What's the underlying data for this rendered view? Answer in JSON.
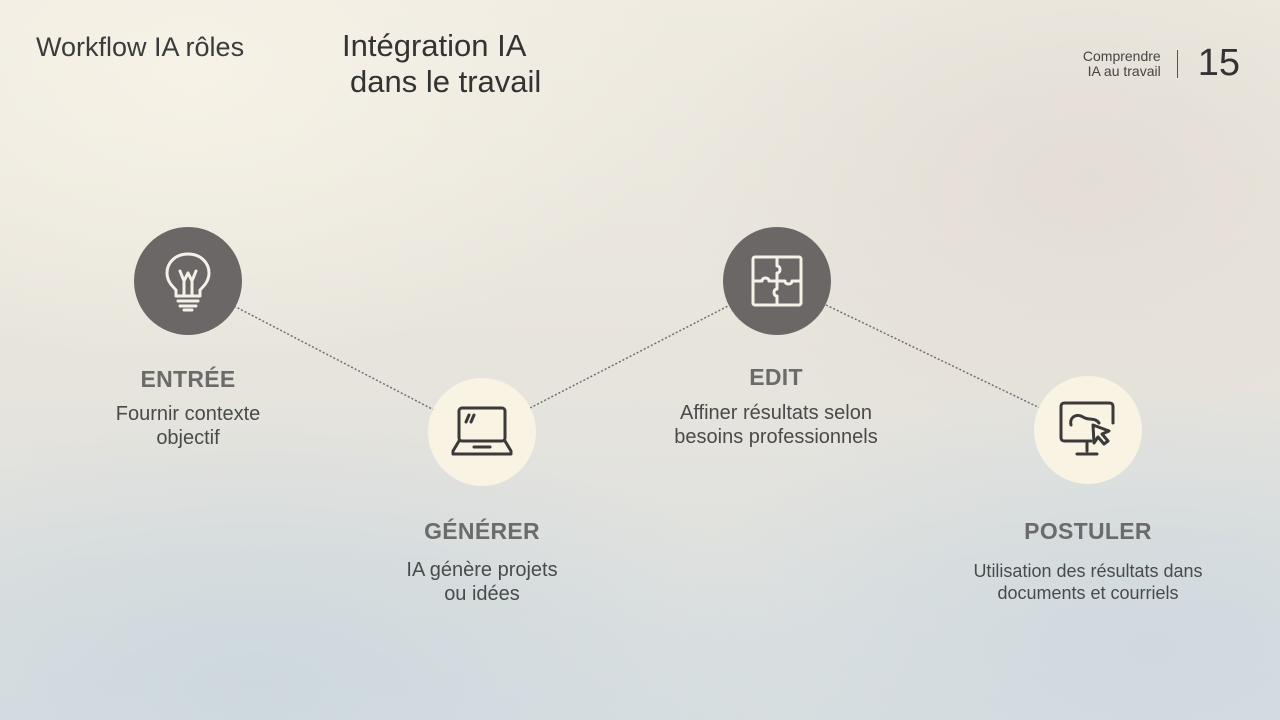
{
  "header": {
    "doc_label": "Workflow IA rôles",
    "title_line1": "Intégration IA",
    "title_line2": "dans le travail",
    "section_line1": "Comprendre",
    "section_line2": "IA au travail",
    "page_number": "15"
  },
  "steps": [
    {
      "icon": "lightbulb-icon",
      "heading": "ENTRÉE",
      "desc_line1": "Fournir contexte",
      "desc_line2": "objectif"
    },
    {
      "icon": "laptop-icon",
      "heading": "GÉNÉRER",
      "desc_line1": "IA génère projets",
      "desc_line2": "ou idées"
    },
    {
      "icon": "puzzle-icon",
      "heading": "EDIT",
      "desc_line1": "Affiner résultats selon",
      "desc_line2": "besoins professionnels"
    },
    {
      "icon": "monitor-cursor-icon",
      "heading": "POSTULER",
      "desc_line1": "Utilisation des résultats dans",
      "desc_line2": "documents et courriels"
    }
  ],
  "colors": {
    "dark_node": "#6a6766",
    "light_node": "#f8f3e2",
    "icon_light": "#f5f1e8",
    "icon_dark": "#3a3a3a"
  }
}
